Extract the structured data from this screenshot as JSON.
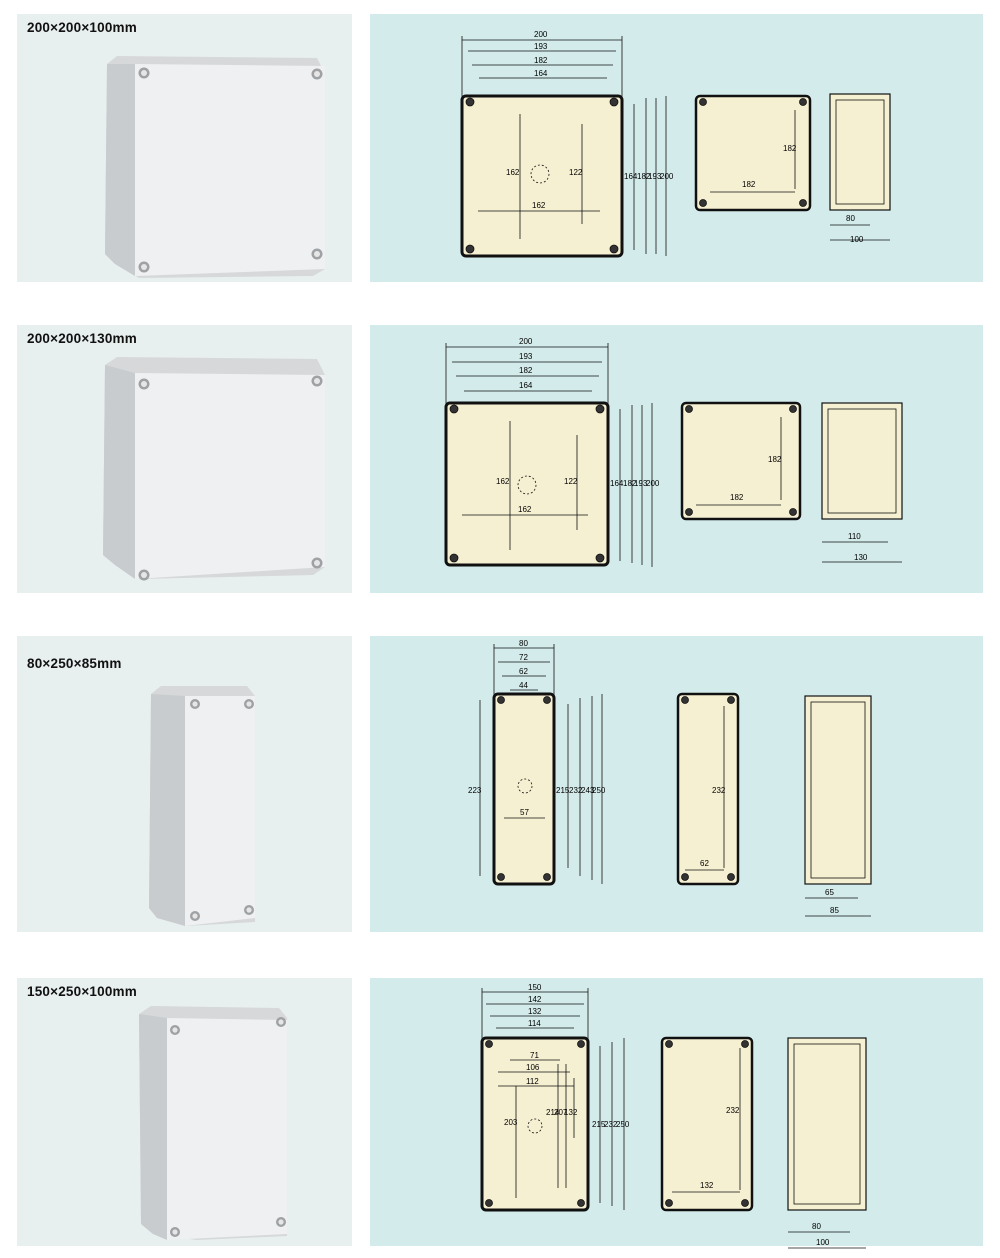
{
  "colors": {
    "photo_bg": "#e8efef",
    "drawing_bg": "#d4ebeb",
    "box_fill": "#f6f0d2",
    "enclosure_light": "#f0f1f2",
    "enclosure_shade": "#d6d8da"
  },
  "products": [
    {
      "label": "200×200×100mm",
      "dims": {
        "w1": "200",
        "w2": "193",
        "w3": "182",
        "w4": "164",
        "h1": "164",
        "h2": "182",
        "h3": "193",
        "h4": "200",
        "inner_h1": "162",
        "inner_h2": "122",
        "inner_w": "162",
        "back_h": "182",
        "back_w": "182",
        "side_1": "80",
        "side_2": "100"
      }
    },
    {
      "label": "200×200×130mm",
      "dims": {
        "w1": "200",
        "w2": "193",
        "w3": "182",
        "w4": "164",
        "h1": "164",
        "h2": "182",
        "h3": "193",
        "h4": "200",
        "inner_h1": "162",
        "inner_h2": "122",
        "inner_w": "162",
        "back_h": "182",
        "back_w": "182",
        "side_1": "110",
        "side_2": "130"
      }
    },
    {
      "label": "80×250×85mm",
      "dims": {
        "w1": "80",
        "w2": "72",
        "w3": "62",
        "w4": "44",
        "h1": "215",
        "h2": "232",
        "h3": "243",
        "h4": "250",
        "left_h": "223",
        "inner_w": "57",
        "back_h": "232",
        "back_w": "62",
        "side_1": "65",
        "side_2": "85"
      }
    },
    {
      "label": "150×250×100mm",
      "dims": {
        "w1": "150",
        "w2": "142",
        "w3": "132",
        "w4": "114",
        "i1": "71",
        "i2": "106",
        "i3": "112",
        "left_h": "203",
        "ih1": "214",
        "ih2": "207",
        "ih3": "132",
        "h1": "215",
        "h2": "232",
        "h3": "250",
        "back_h": "232",
        "back_w": "132",
        "side_1": "80",
        "side_2": "100"
      }
    }
  ]
}
